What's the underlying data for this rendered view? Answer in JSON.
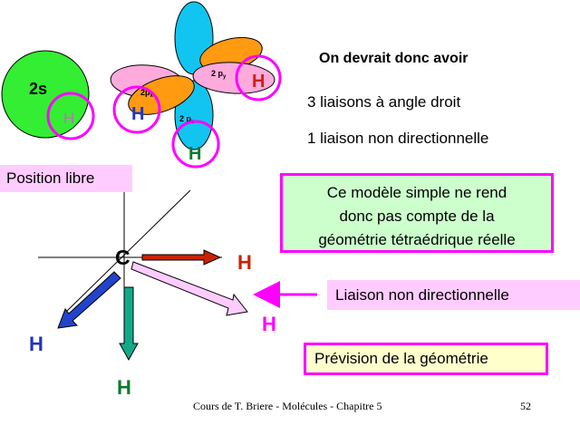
{
  "labels": {
    "orbital_2s": "2s",
    "orbital_2px": "2p",
    "orbital_2py": "2 p",
    "orbital_2pz": "2 p",
    "sub_x": "x",
    "sub_y": "y",
    "sub_z": "z",
    "hydrogen": "H",
    "carbon": "C"
  },
  "texts": {
    "title": "On devrait donc avoir",
    "line1": "3 liaisons à angle droit",
    "line2": "1 liaison non directionnelle",
    "position_libre": "Position libre",
    "box_model": [
      "Ce modèle simple ne rend",
      "donc pas compte de la",
      "géométrie tétraédrique réelle"
    ],
    "liaison_non_dir": "Liaison non directionnelle",
    "prevision": "Prévision de la géométrie"
  },
  "footer": {
    "text": "Cours de T. Briere - Molécules - Chapitre 5",
    "page": "52"
  },
  "colors": {
    "green_orbital": "#33ee33",
    "blue_orbital": "#11c5f0",
    "orange_orbital": "#ff9a11",
    "pink_orbital": "#ffaadd",
    "magenta": "#ff00ff",
    "h_blue": "#2233bb",
    "h_green": "#0a7a2a",
    "h_red": "#cc2200"
  }
}
